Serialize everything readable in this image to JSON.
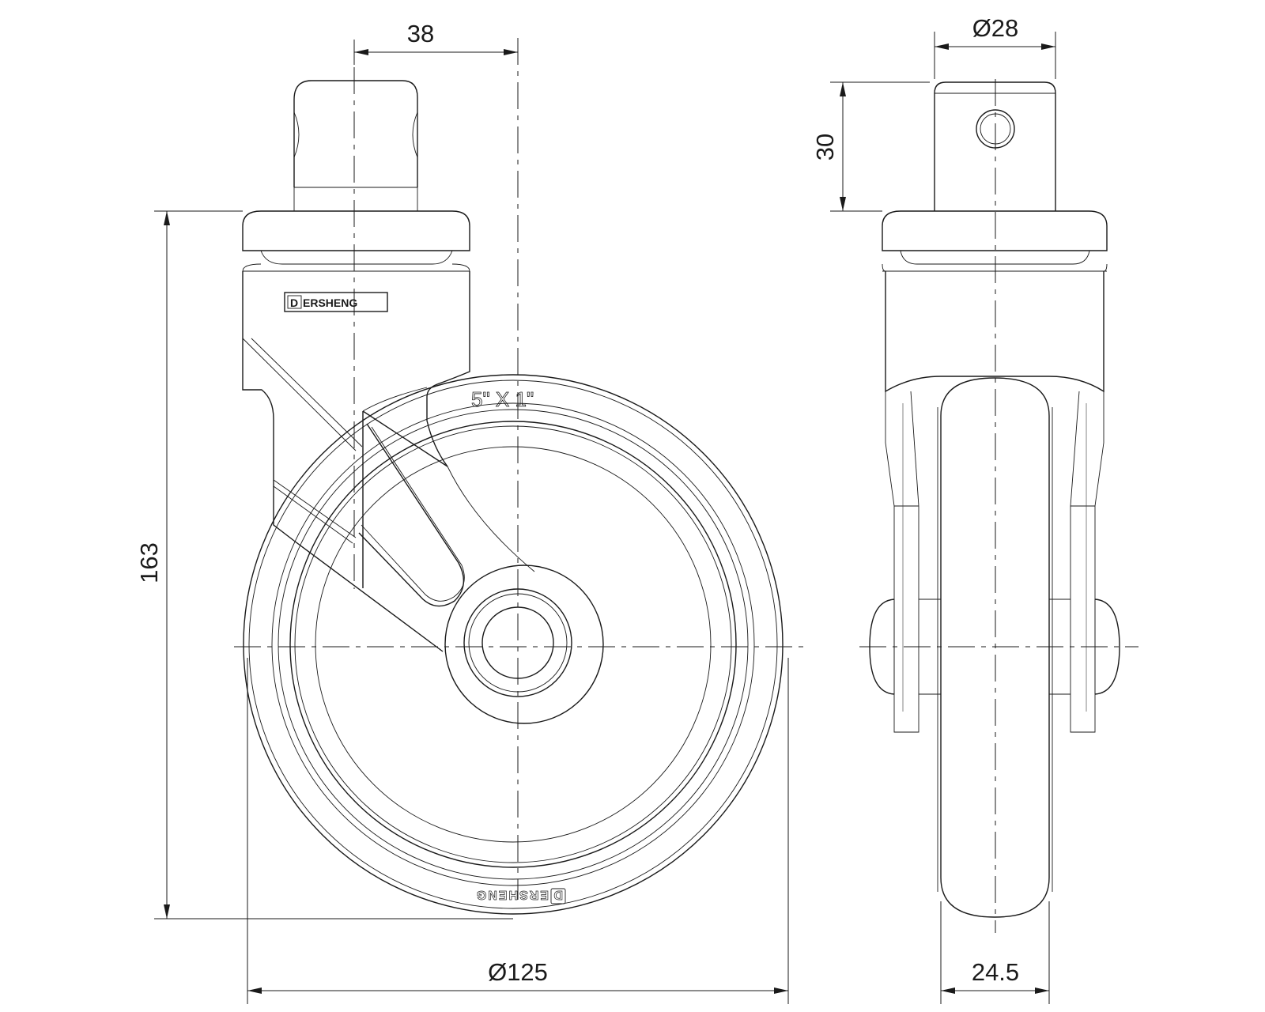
{
  "drawing": {
    "dimensions": {
      "stem_offset": "38",
      "overall_height": "163",
      "wheel_diameter": "Ø125",
      "stem_diameter": "Ø28",
      "stem_length": "30",
      "wheel_width": "24.5"
    },
    "housing_brand": "ERSHENG",
    "housing_brand_initial": "D",
    "tire_size_marking": "5\" X 1\"",
    "tire_brand": "ERSHENG",
    "tire_brand_initial": "D"
  }
}
